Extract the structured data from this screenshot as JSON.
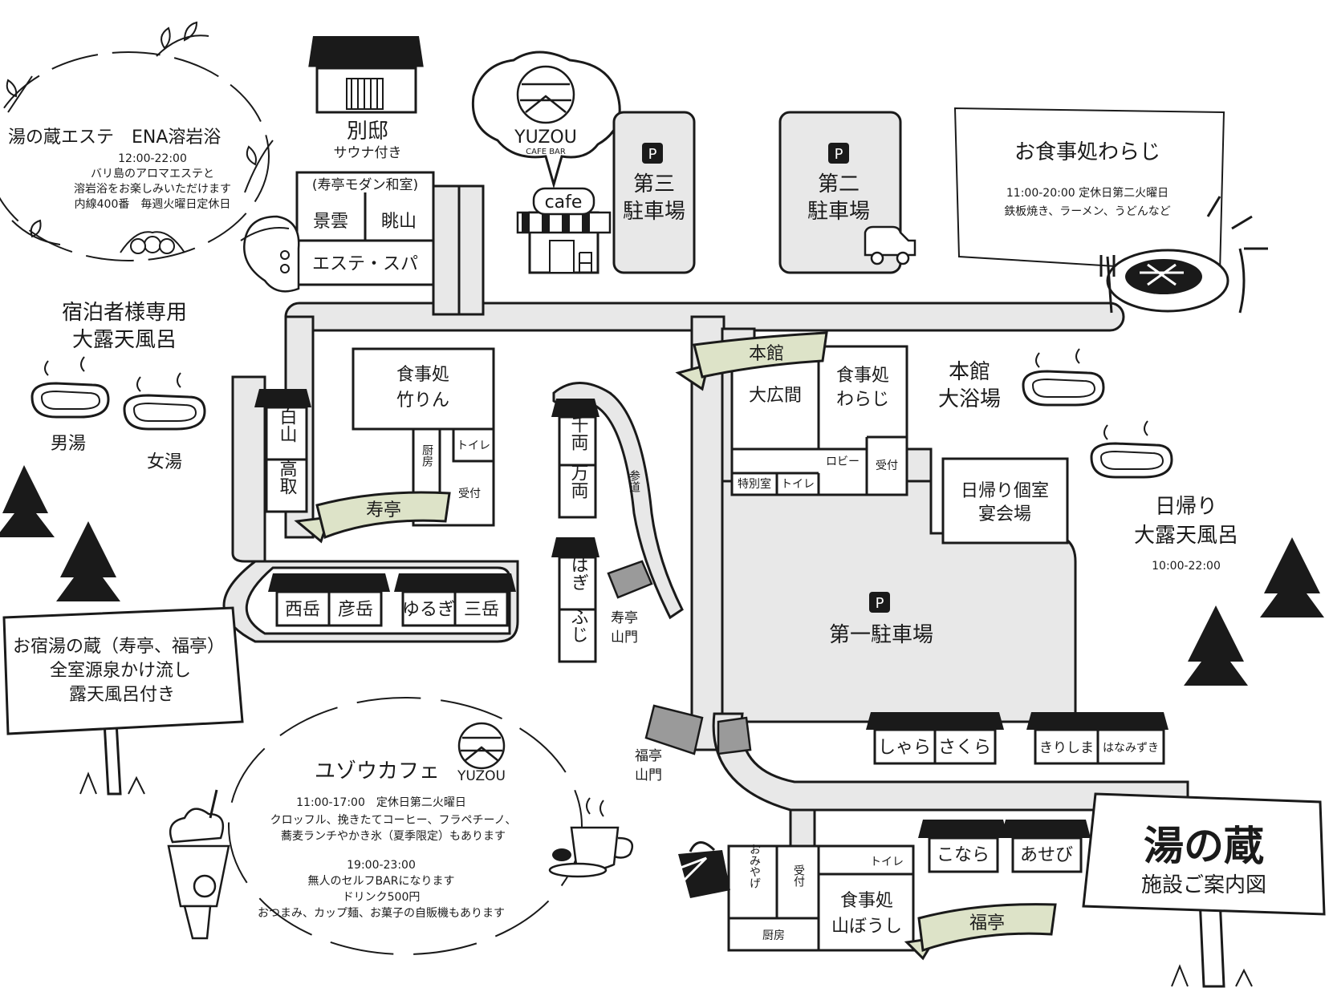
{
  "title": {
    "main": "湯の蔵",
    "sub": "施設ご案内図"
  },
  "este": {
    "title": "湯の蔵エステ　ENA溶岩浴",
    "hours": "12:00-22:00",
    "lines": [
      "バリ島のアロマエステと",
      "溶岩浴をお楽しみいただけます",
      "内線400番　毎週火曜日定休日"
    ]
  },
  "bettei": {
    "name": "別邸",
    "note": "サウナ付き"
  },
  "kotobukitei_modern": {
    "title": "(寿亭モダン和室)",
    "rooms": [
      "景雲",
      "眺山"
    ],
    "spa": "エステ・スパ"
  },
  "yuzou_logo": {
    "text": "YUZOU",
    "sub": "CAFE BAR"
  },
  "cafe_sign": "cafe",
  "parking": {
    "icon": "P",
    "third": [
      "第三",
      "駐車場"
    ],
    "second": [
      "第二",
      "駐車場"
    ],
    "first": "第一駐車場"
  },
  "warajiBox": {
    "title": "お食事処わらじ",
    "hours": "11:00-20:00 定休日第二火曜日",
    "menu": "鉄板焼き、ラーメン、うどんなど"
  },
  "guest_bath": {
    "title": [
      "宿泊者様専用",
      "大露天風呂"
    ],
    "men": "男湯",
    "women": "女湯"
  },
  "honkan": {
    "ribbon": "本館",
    "rooms": {
      "hall": "大広間",
      "restaurant": [
        "食事処",
        "わらじ"
      ],
      "lobby": "ロビー",
      "reception": "受付",
      "special": "特別室",
      "toilet": "トイレ"
    }
  },
  "honkan_bath": [
    "本館",
    "大浴場"
  ],
  "day_room": [
    "日帰り個室",
    "宴会場"
  ],
  "day_bath": {
    "title": [
      "日帰り",
      "大露天風呂"
    ],
    "hours": "10:00-22:00"
  },
  "chikurin": {
    "name": [
      "食事処",
      "竹りん"
    ],
    "kitchen": "厨房",
    "toilet": "トイレ",
    "reception": "受付"
  },
  "kotobukitei": {
    "ribbon": "寿亭",
    "gate": [
      "寿亭",
      "山門"
    ]
  },
  "cottages": {
    "hakusan": "白山",
    "takatori": "高取",
    "senryo": "千両",
    "manryo": "万両",
    "hagi": "はぎ",
    "fuji": "ふじ",
    "row": [
      "西岳",
      "彦岳",
      "ゆるぎ",
      "三岳"
    ],
    "fukutei_row1": [
      "しゃら",
      "さくら"
    ],
    "fukutei_row2": [
      "きりしま",
      "はなみずき"
    ],
    "fukutei_row3": [
      "こなら",
      "あせび"
    ]
  },
  "sando": "参道",
  "lodging_sign": [
    "お宿湯の蔵（寿亭、福亭）",
    "全室源泉かけ流し",
    "露天風呂付き"
  ],
  "fukutei": {
    "ribbon": "福亭",
    "gate": [
      "福亭",
      "山門"
    ],
    "rooms": {
      "souvenir": "おみやげ",
      "reception": "受付",
      "toilet": "トイレ",
      "restaurant": [
        "食事処",
        "山ぼうし"
      ],
      "kitchen": "厨房"
    }
  },
  "yuzou_cafe": {
    "title": "ユゾウカフェ",
    "hours": "11:00-17:00　定休日第二火曜日",
    "menu": [
      "クロッフル、挽きたてコーヒー、フラペチーノ、",
      "蕎麦ランチやかき氷（夏季限定）もあります"
    ],
    "bar_hours": "19:00-23:00",
    "bar": [
      "無人のセルフBARになります",
      "ドリンク500円",
      "おつまみ、カップ麺、お菓子の自販機もあります"
    ]
  }
}
